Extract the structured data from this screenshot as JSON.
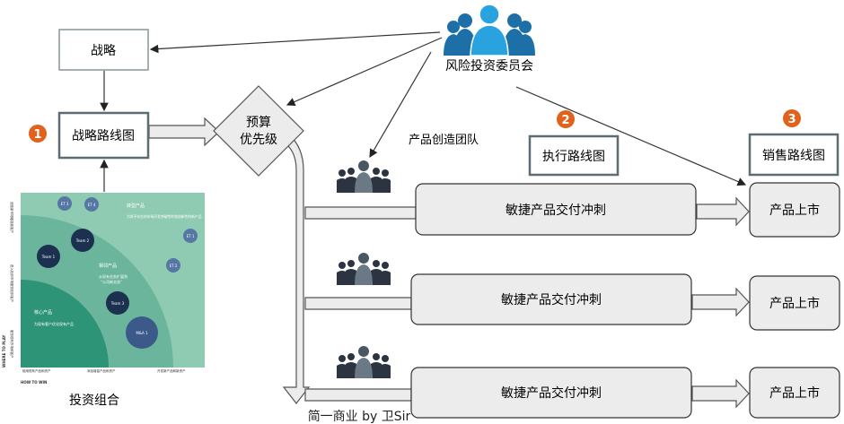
{
  "strategy": "战略",
  "strategy_roadmap": "战略路线图",
  "budget_priority": [
    "预算",
    "优先级"
  ],
  "committee": "风险投资委员会",
  "product_team": "产品创造团队",
  "execution_roadmap": "执行路线图",
  "sales_roadmap": "销售路线图",
  "badges": [
    "1",
    "2",
    "3"
  ],
  "sprint_label": "敏捷产品交付冲刺",
  "launch_label": "产品上市",
  "portfolio_caption": "投资组合",
  "credit": "简一商业 by 卫Sir",
  "portfolio": {
    "transform": "转型产品",
    "transform_desc": "为尚不存在的市场开发突破性的和创新性的新产品",
    "adjacent": "相邻产品",
    "adjacent_desc": [
      "从现有业务扩展到",
      "“公司新业务”"
    ],
    "core": "核心产品",
    "core_desc": "为现有客户优化现有产品",
    "bubbles": [
      "ET 3",
      "ET 4",
      "Team 2",
      "Team 1",
      "ET 1",
      "ET 2",
      "Team 3",
      "M&A 1"
    ],
    "x_ticks": [
      "使用现有产品和资产",
      "添加增量产品和资产",
      "开发新产品和新资产"
    ],
    "y_ticks": [
      "创造新市场瞄准新客户",
      "进入相邻市场服务相邻客户",
      "服务现有市场和客户"
    ],
    "x_axis": "HOW TO WIN",
    "y_axis": "WHERE TO PLAY"
  },
  "colors": {
    "badge": "#e0621c",
    "box_border": "#5d6b73",
    "sprint_fill": "#ececec",
    "committee_blue": "#1f8ed0",
    "portfolio_bg": "#8fcbb3"
  }
}
